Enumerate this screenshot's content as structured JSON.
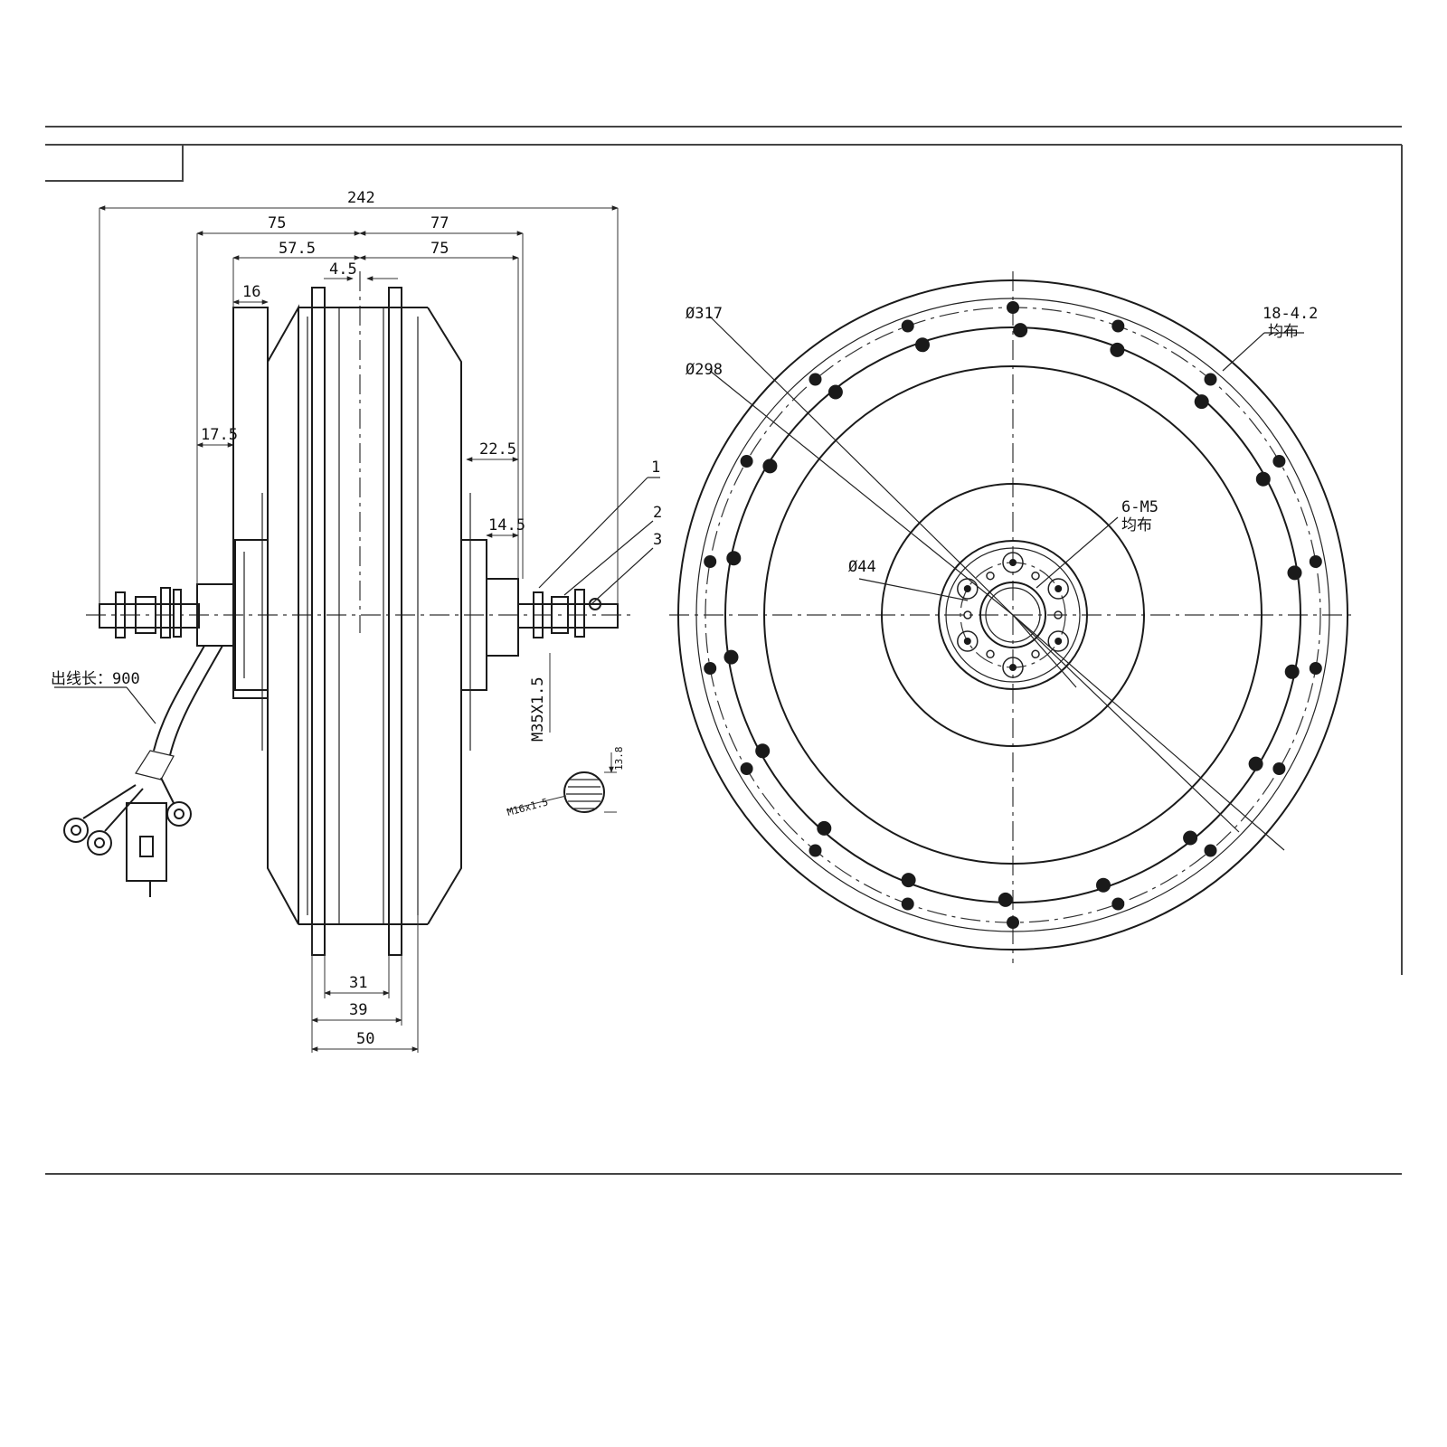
{
  "side_view": {
    "dims_top": {
      "overall": "242",
      "left_half": "75",
      "right_half": "77",
      "left_inner": "57.5",
      "right_inner": "75",
      "rim_offset": "4.5",
      "flange_left": "16"
    },
    "dims_side": {
      "left_shaft": "17.5",
      "right_shaft": "22.5",
      "right_hub": "14.5"
    },
    "thread_main": "M35X1.5",
    "thread_section": "M16x1.5",
    "section_width": "13.8",
    "callouts": [
      "1",
      "2",
      "3"
    ],
    "cable_length": "出线长：900",
    "dims_bottom": {
      "inner_rim": "31",
      "mid_rim": "39",
      "outer_rim": "50"
    }
  },
  "front_view": {
    "outer_diameter": "Ø317",
    "pcd_diameter": "Ø298",
    "bolt_holes": "18-4.2",
    "bolt_holes_note": "均布",
    "hub_holes": "6-M5",
    "hub_holes_note": "均布",
    "hub_diameter": "Ø44",
    "rim_hole_count": 18,
    "hub_hole_count": 6
  }
}
